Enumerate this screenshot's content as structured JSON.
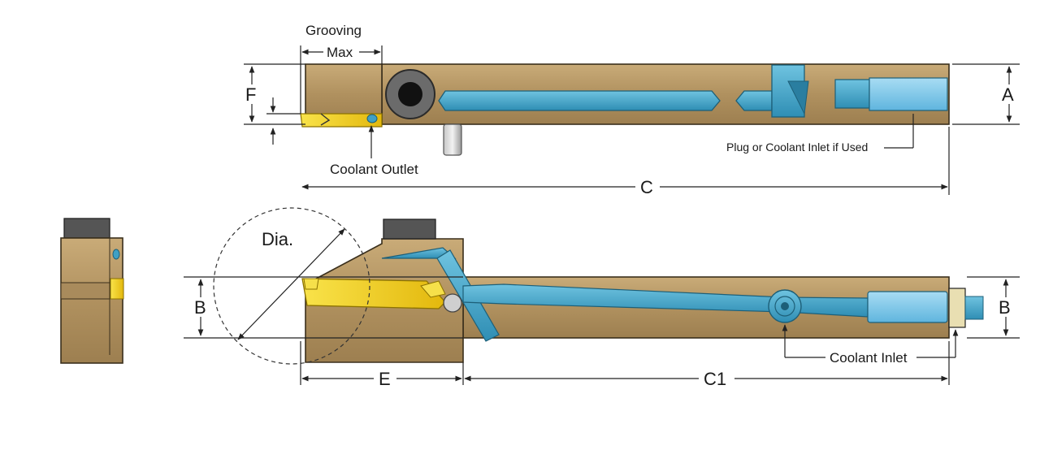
{
  "labels": {
    "grooving": "Grooving",
    "max": "Max",
    "f": "F",
    "a": "A",
    "c": "C",
    "coolant_outlet": "Coolant Outlet",
    "plug_note": "Plug or Coolant Inlet if Used",
    "dia": "Dia.",
    "b_left": "B",
    "b_right": "B",
    "e": "E",
    "c1": "C1",
    "coolant_inlet": "Coolant Inlet"
  },
  "colors": {
    "body": "#b89a6a",
    "body_dark": "#8f7448",
    "coolant": "#3fa0c4",
    "insert": "#f2d21a",
    "clamp": "#5a5a5a"
  }
}
